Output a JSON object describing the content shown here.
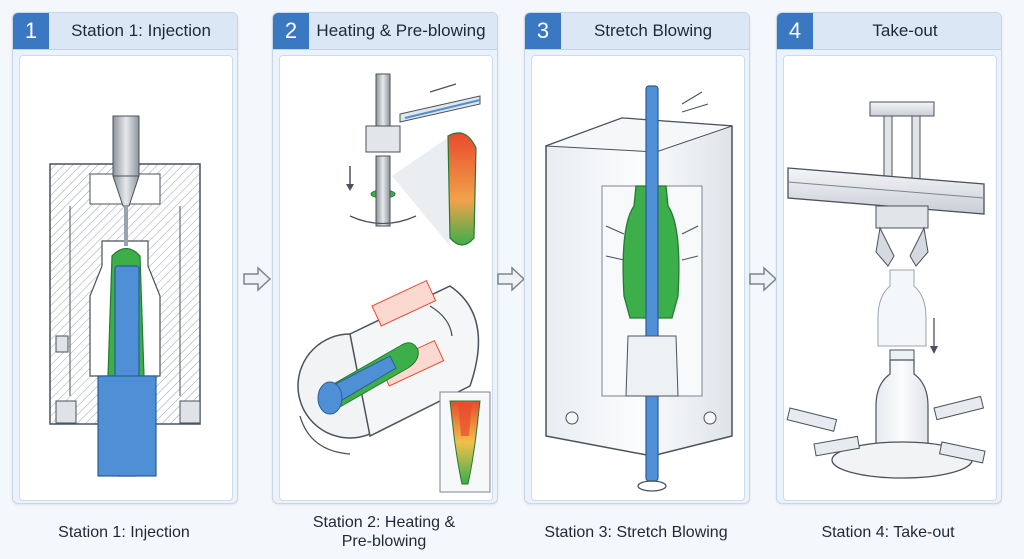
{
  "stations": [
    {
      "number": "1",
      "title": "Station 1: Injection",
      "caption": "Station 1: Injection"
    },
    {
      "number": "2",
      "title": "Heating & Pre-blowing",
      "caption": "Station 2: Heating &\n         Pre-blowing"
    },
    {
      "number": "3",
      "title": "Stretch Blowing",
      "caption": "Station 3: Stretch Blowing"
    },
    {
      "number": "4",
      "title": "Take-out",
      "caption": "Station 4: Take-out"
    }
  ],
  "colors": {
    "accent": "#3b78c2",
    "preform_green": "#3cae4a",
    "core_blue": "#4f8fd6",
    "heat_red": "#e84a2e",
    "mold_gray": "#c9ced6"
  },
  "icons": [
    "flow-arrow-icon",
    "rotation-arrow-icon",
    "air-inlet-arrow-icon",
    "down-arrow-icon"
  ]
}
